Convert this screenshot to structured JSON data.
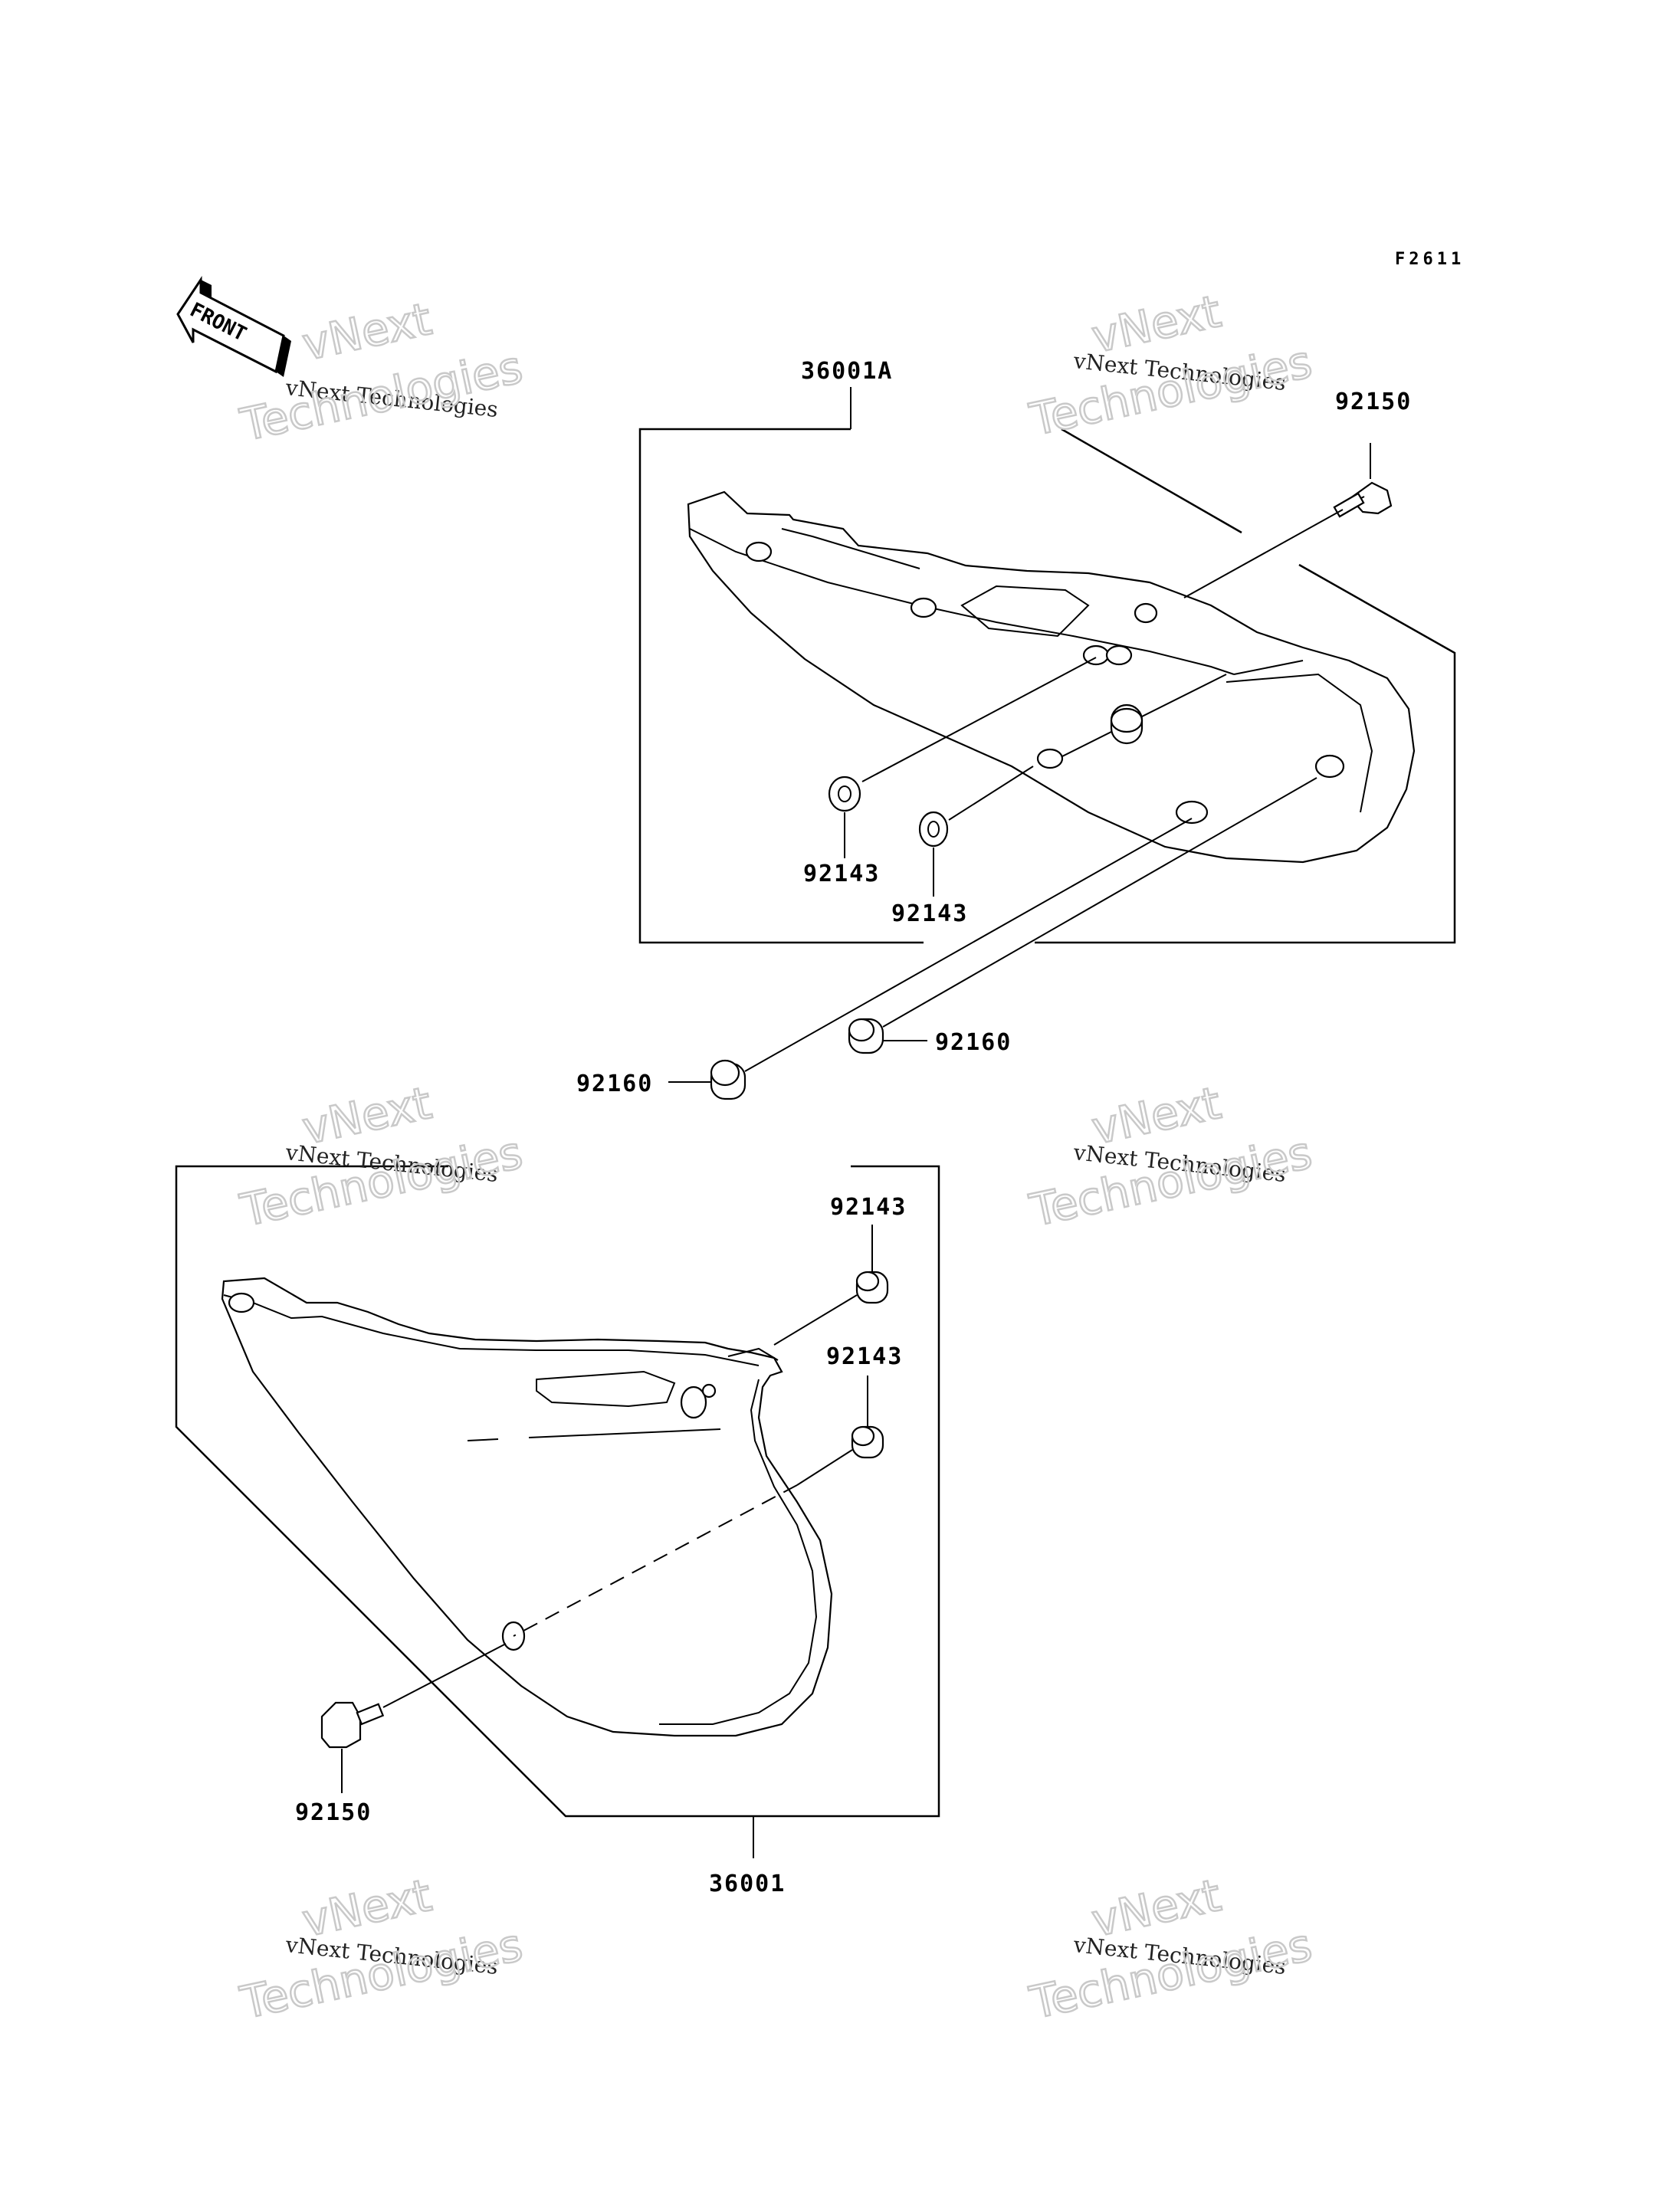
{
  "figure_code": "F2611",
  "front_label": "FRONT",
  "watermark": {
    "line_small": "vNext Technologies",
    "line_big_1": "vNext",
    "line_big_2": "Technologies"
  },
  "parts": {
    "upper_cover": "36001A",
    "upper_bolt": "92150",
    "upper_collar_1": "92143",
    "upper_collar_2": "92143",
    "upper_damper_left": "92160",
    "upper_damper_right": "92160",
    "lower_collar_1": "92143",
    "lower_collar_2": "92143",
    "lower_bolt": "92150",
    "lower_cover": "36001"
  }
}
